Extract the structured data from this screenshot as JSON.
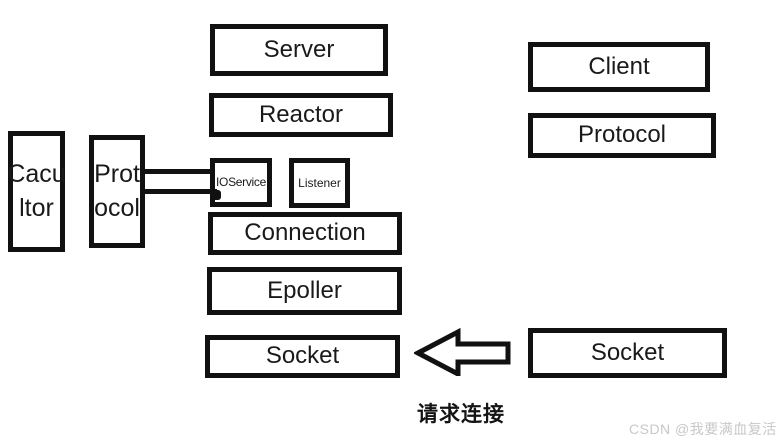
{
  "diagram": {
    "boxes": {
      "server": {
        "label": "Server"
      },
      "reactor": {
        "label": "Reactor"
      },
      "caculator": {
        "label": "Cacu\nltor"
      },
      "protocol_left": {
        "label": "Prot\nocol"
      },
      "ioservice": {
        "label": "IOService"
      },
      "listener": {
        "label": "Listener"
      },
      "connection": {
        "label": "Connection"
      },
      "epoller": {
        "label": "Epoller"
      },
      "socket_left": {
        "label": "Socket"
      },
      "client": {
        "label": "Client"
      },
      "protocol_right": {
        "label": "Protocol"
      },
      "socket_right": {
        "label": "Socket"
      }
    },
    "labels": {
      "request_connection": "请求连接",
      "watermark": "CSDN @我要满血复活"
    },
    "icons": {
      "block_arrow_left": "hollow-left-block-arrow",
      "double_bar_connector": "protocol-to-ioservice-link"
    },
    "colors": {
      "line": "#111111",
      "text": "#1a1a1a",
      "background": "#ffffff",
      "watermark": "#c8c8c8"
    }
  }
}
